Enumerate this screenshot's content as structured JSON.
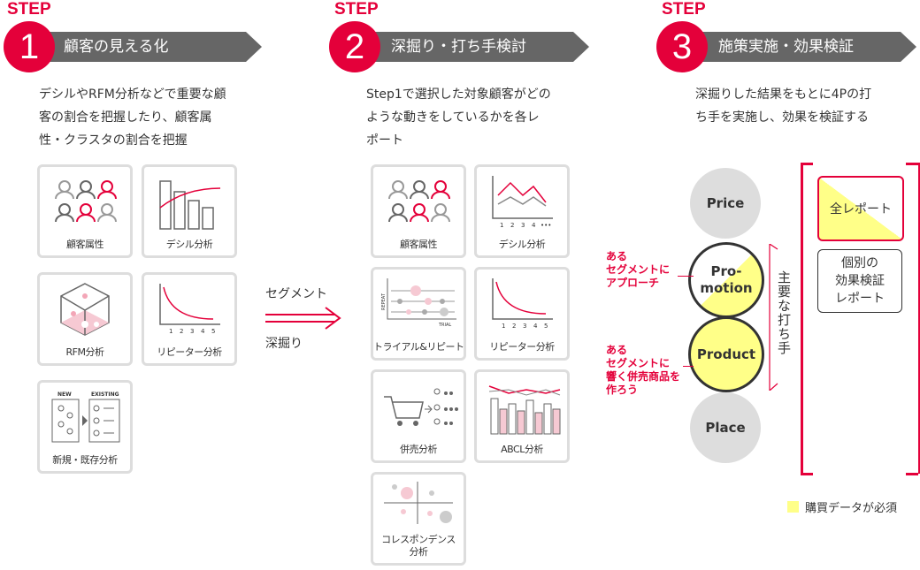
{
  "colors": {
    "accent": "#e4003a",
    "banner": "#666666",
    "highlight": "#ffff88",
    "card_border": "#dddddd"
  },
  "steps": [
    {
      "step_label": "STEP",
      "number": "1",
      "title": "顧客の見える化",
      "description": [
        "デシルやRFM分析などで重要な顧",
        "客の割合を把握したり、顧客属",
        "性・クラスタの割合を把握"
      ],
      "cards": [
        "顧客属性",
        "デシル分析",
        "RFM分析",
        "リピーター分析",
        "新規・既存分析"
      ],
      "card_extra": {
        "new": "NEW",
        "existing": "EXISTING"
      }
    },
    {
      "step_label": "STEP",
      "number": "2",
      "title": "深掘り・打ち手検討",
      "description": [
        "Step1で選択した対象顧客がどの",
        "ような動きをしているかを各レ",
        "ポート"
      ],
      "cards": [
        "顧客属性",
        "デシル分析",
        "トライアル&リピート",
        "リピーター分析",
        "併売分析",
        "ABCL分析",
        "コレスポンデンス\n分析"
      ],
      "card_extra": {
        "repeat": "REPEAT",
        "trial": "TRIAL"
      }
    },
    {
      "step_label": "STEP",
      "number": "3",
      "title": "施策実施・効果検証",
      "description": [
        "深掘りした結果をもとに4Pの打",
        "ち手を実施し、効果を検証する"
      ]
    }
  ],
  "arrow": {
    "top": "セグメント",
    "bottom": "深掘り"
  },
  "four_p": [
    "Price",
    "Pro-\nmotion",
    "Product",
    "Place"
  ],
  "annotations": {
    "promotion": "ある\nセグメントに\nアプローチ",
    "product": "ある\nセグメントに\n響く併売商品を\n作ろう"
  },
  "main_measures": "主要な打ち手",
  "reports": {
    "all": "全レポート",
    "individual": "個別の\n効果検証\nレポート"
  },
  "legend": "購買データが必須",
  "axis_ticks": [
    "1",
    "2",
    "3",
    "4",
    "5"
  ]
}
